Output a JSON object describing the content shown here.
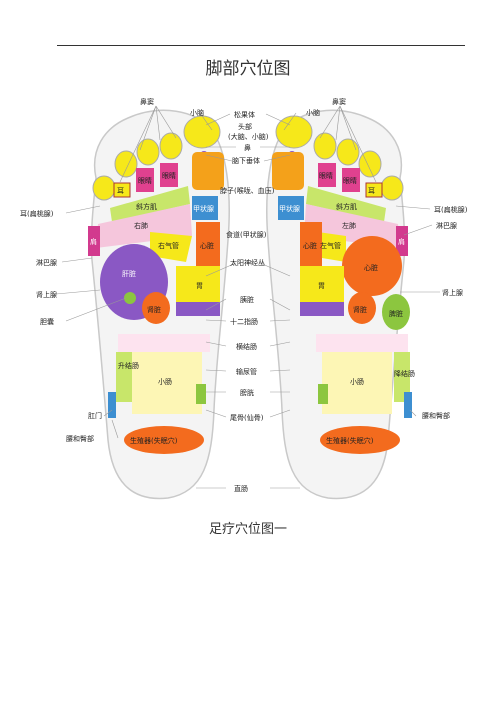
{
  "page": {
    "title": "脚部穴位图",
    "caption": "足疗穴位图一"
  },
  "labels": {
    "sinus_left": "鼻窦",
    "sinus_right": "鼻窦",
    "cerebellum_left": "小脑",
    "cerebellum_right": "小脑",
    "pineal": "松果体",
    "head_brain": "头部",
    "head_brain_sub": "(大脑、小脑)",
    "nose": "鼻",
    "pituitary": "脑下垂体",
    "neck": "脖子(喉咙、血压)",
    "ear_tonsil_left": "耳(扁桃腺)",
    "ear_tonsil_right": "耳(扁桃腺)",
    "esophagus": "食道(甲状腺)",
    "lymph_left": "淋巴腺",
    "lymph_right": "淋巴腺",
    "solar_plexus": "太阳神经丛",
    "adrenal_left": "肾上腺",
    "adrenal_right": "肾上腺",
    "pancreas": "胰脏",
    "gallbladder": "胆囊",
    "duodenum": "十二指肠",
    "transverse_colon": "横结肠",
    "ureter": "输尿管",
    "bladder": "膀胱",
    "coccyx": "尾骨(仙骨)",
    "rectum": "直肠",
    "waist_hip_left": "腰和臀部",
    "waist_hip_right": "腰和臀部",
    "anus": "肛门"
  },
  "zones": {
    "ear_l": "耳",
    "eye_l1": "眼睛",
    "eye_l2": "眼睛",
    "trapezius_l": "斜方肌",
    "right_lung": "右肺",
    "shoulder_l": "肩",
    "right_bronchus": "右气管",
    "thyroid_l": "甲状腺",
    "heart_l": "心脏",
    "liver": "肝脏",
    "kidney_l": "肾脏",
    "stomach_l": "胃",
    "ascending_colon": "升结肠",
    "small_int_l": "小肠",
    "genital_l": "生殖器(失眠穴)",
    "ear_r": "耳",
    "eye_r1": "眼睛",
    "eye_r2": "眼睛",
    "trapezius_r": "斜方肌",
    "left_lung": "左肺",
    "shoulder_r": "肩",
    "left_bronchus": "左气管",
    "thyroid_r": "甲状腺",
    "heart_r": "心脏",
    "heart_big": "心脏",
    "stomach_r": "胃",
    "kidney_r": "肾脏",
    "spleen": "脾脏",
    "descending_colon": "降结肠",
    "small_int_r": "小肠",
    "genital_r": "生殖器(失眠穴)"
  },
  "colors": {
    "foot_outline": "#c9c9c9",
    "yellow": "#f6e81a",
    "orange": "#f36b1e",
    "pink": "#e64f9a",
    "purple": "#8a58c4",
    "green": "#8cc63f",
    "blue": "#3d8fd1",
    "light_yellow": "#fdf6b5",
    "lavender": "#c7b6de",
    "magenta": "#d23a8e"
  }
}
